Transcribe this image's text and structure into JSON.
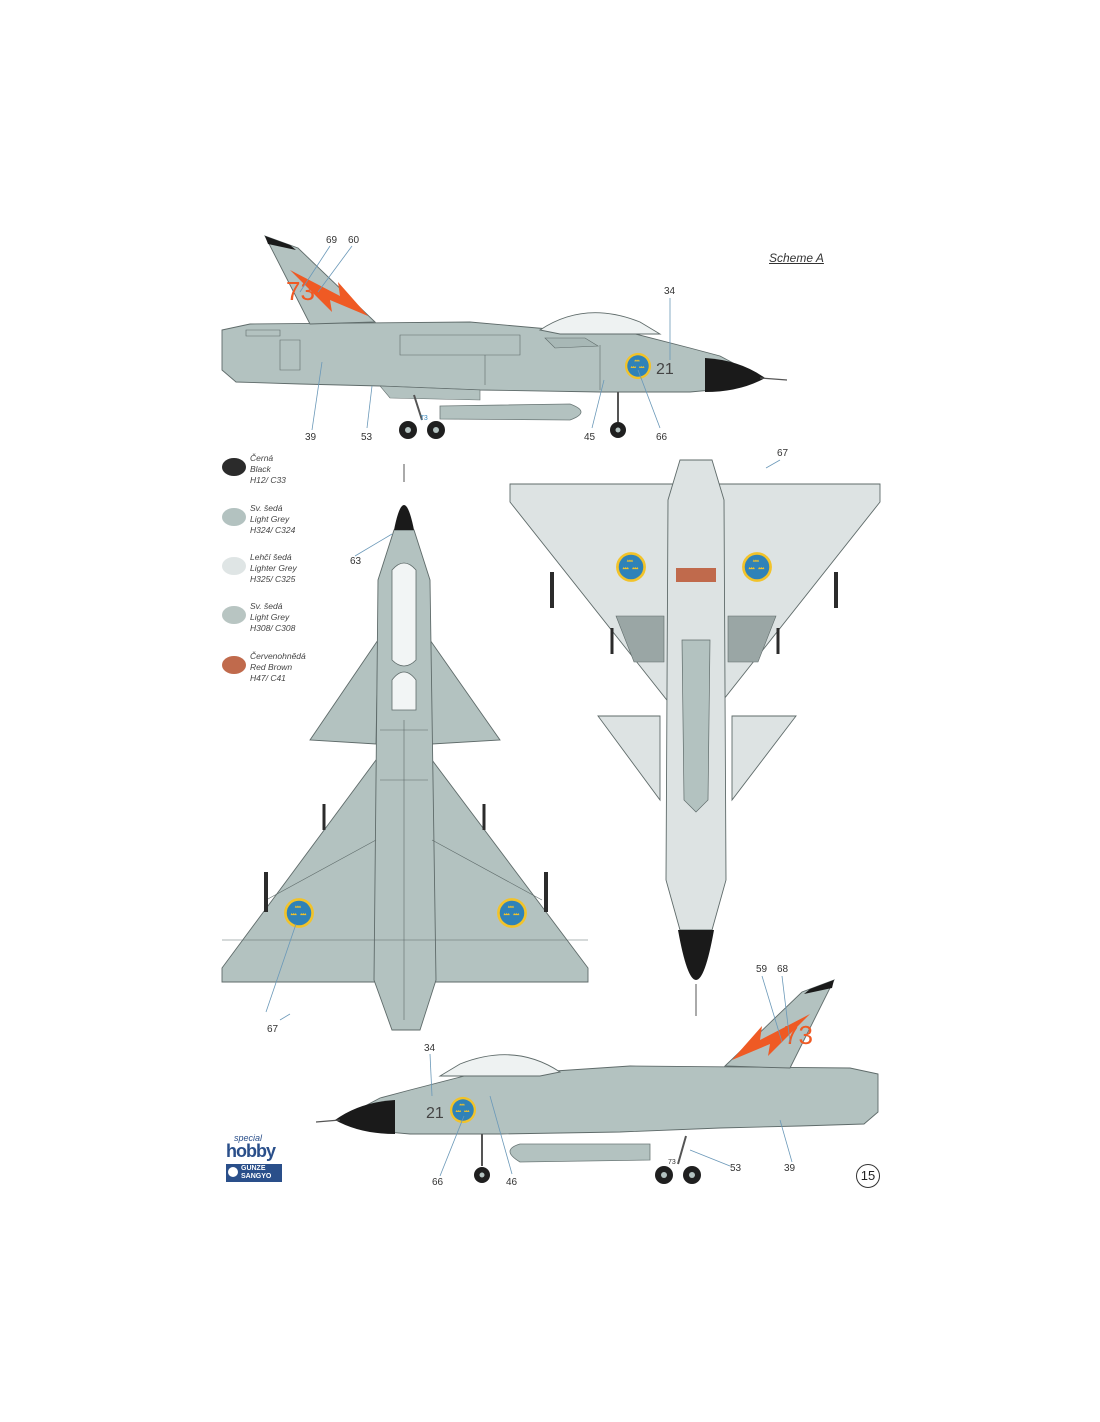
{
  "scheme_label": "Scheme A",
  "page_number": "15",
  "logos": {
    "special": "special",
    "hobby": "hobby",
    "gunze1": "GUNZE",
    "gunze2": "SANGYO"
  },
  "paints": [
    {
      "cz": "Černá",
      "en": "Black",
      "code": "H12/ C33",
      "color": "#2b2b2b"
    },
    {
      "cz": "Sv. šedá",
      "en": "Light Grey",
      "code": "H324/ C324",
      "color": "#b3c2c0"
    },
    {
      "cz": "Lehčí šedá",
      "en": "Lighter Grey",
      "code": "H325/ C325",
      "color": "#dfe5e5"
    },
    {
      "cz": "Sv. šedá",
      "en": "Light Grey",
      "code": "H308/ C308",
      "color": "#b8c5c2"
    },
    {
      "cz": "Červenohnědá",
      "en": "Red Brown",
      "code": "H47/ C41",
      "color": "#c06a4c"
    }
  ],
  "colors": {
    "camo_grey": "#b3c2c0",
    "light_grey": "#dde3e3",
    "black": "#1a1a1a",
    "orange": "#ef5a24",
    "roundel_blue": "#2f82b8",
    "roundel_yellow": "#f2c32a"
  },
  "markings": {
    "tail_code": "73",
    "nose_code": "21",
    "gear_code": "73"
  },
  "callouts": {
    "c69": "69",
    "c60": "60",
    "c34a": "34",
    "c39a": "39",
    "c53a": "53",
    "c45": "45",
    "c66a": "66",
    "c67a": "67",
    "c63": "63",
    "c67b": "67",
    "c59": "59",
    "c68": "68",
    "c34b": "34",
    "c66b": "66",
    "c46": "46",
    "c53b": "53",
    "c39b": "39"
  }
}
